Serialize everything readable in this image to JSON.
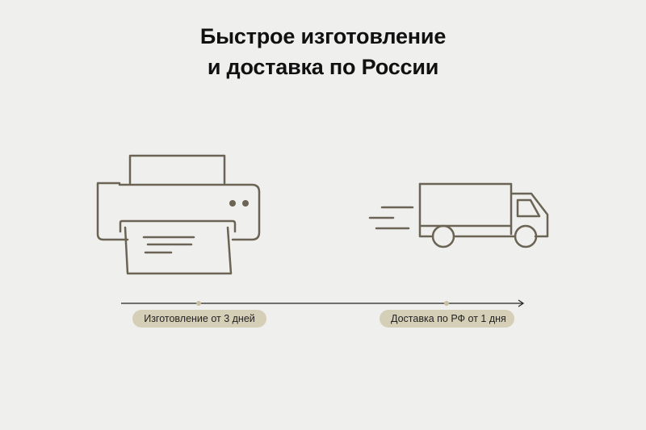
{
  "title": {
    "line1": "Быстрое изготовление",
    "line2": "и доставка по России"
  },
  "labels": {
    "production": "Изготовление от 3 дней",
    "delivery": "Доставка по РФ от 1 дня"
  },
  "icons": {
    "production": "printer-icon",
    "delivery": "truck-icon"
  },
  "colors": {
    "background": "#efefee",
    "line_art": "#6b6454",
    "pill": "#d6cfb7",
    "dot": "#c8c0a0",
    "text": "#111111"
  }
}
